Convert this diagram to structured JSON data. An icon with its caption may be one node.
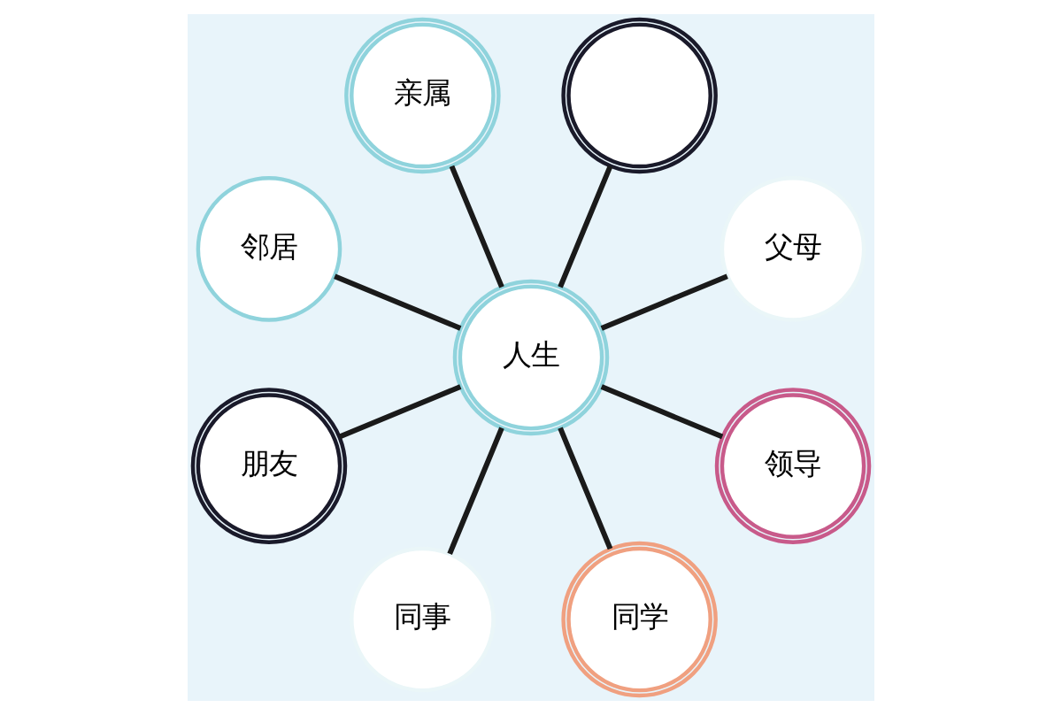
{
  "diagram": {
    "nodes": [
      {
        "text": [
          "人生"
        ]
      },
      {
        "text": [
          "父母"
        ]
      },
      {
        "text": [],
        "shape": "circle"
      },
      {
        "text": [
          "亲属"
        ]
      },
      {
        "text": [
          "邻居"
        ]
      },
      {
        "text": [
          "朋友"
        ]
      },
      {
        "text": [
          "同事"
        ]
      },
      {
        "text": [
          "同学"
        ]
      },
      {
        "text": [
          "领导"
        ]
      }
    ],
    "edges": [
      {
        "from": 0,
        "to": 1,
        "arrow": "none"
      },
      {
        "from": 0,
        "to": 3,
        "arrow": "none"
      },
      {
        "from": 0,
        "to": 5,
        "arrow": "none"
      },
      {
        "from": 0,
        "to": 7,
        "arrow": "none"
      },
      {
        "from": 0,
        "to": 8,
        "arrow": "none"
      },
      {
        "from": 0,
        "to": 6,
        "arrow": "none"
      },
      {
        "from": 0,
        "to": 4,
        "arrow": "none"
      },
      {
        "from": 0,
        "to": 2,
        "arrow": "none"
      }
    ]
  }
}
